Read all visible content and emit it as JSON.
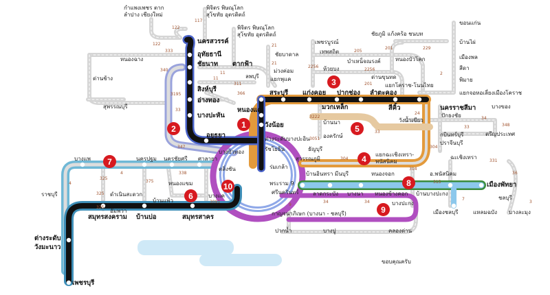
{
  "title": "แผนที่ทางหลวงพิเศษระหว่างเมือง",
  "colors": {
    "black": "#111111",
    "route1_border": "#4a63c9",
    "route2_border": "#9aa3dc",
    "route3_border": "#e39a3c",
    "route5": "#e6c9a0",
    "route6_border": "#3f8fb8",
    "route7": "#6fb8d6",
    "route8": "#8cc8ec",
    "route8_border": "#3c8c3c",
    "ring": "#b04fc0",
    "ring_inner": "#8fa8e8",
    "road_grey": "#d5d5d5",
    "badge": "#d7191f"
  },
  "badges": [
    "1",
    "2",
    "3",
    "4",
    "5",
    "6",
    "7",
    "8",
    "9",
    "10"
  ],
  "stations": [
    "นครสวรรค์",
    "อุทัยธานี",
    "ชัยนาท",
    "ตากฟ้า",
    "สิงห์บุรี",
    "อ่างทอง",
    "บางปะหัน",
    "อยุธยา",
    "หนองแค",
    "วังน้อย",
    "ลพบุรี",
    "แยกพุแค",
    "สระบุรี",
    "หนองฉาง",
    "ด่านช้าง",
    "สุพรรณบุรี",
    "กำแพงเพชร ตาก",
    "ลำปาง เชียงใหม่",
    "พิจิตร พิษณุโลก",
    "สุโขทัย อุตรดิตถ์",
    "พิจิตร พิษณุโลก",
    "สุโขทัย อุตรดิตถ์",
    "ต่างระดับบางปะอิน",
    "ชัยบาดาล",
    "ม่วงค่อม",
    "ขอนแก่น",
    "บ้านไผ่",
    "เมืองพล",
    "สีดา",
    "พิมาย",
    "แยกจอหอเลี่ยงเมืองโคราช",
    "เพชรบูรณ์",
    "ชัยภูมิ แก้งคร้อ ชนบท",
    "เทพสถิต",
    "บำเหน็จณรงค์",
    "หนองบัวโคก",
    "ห้วยบง",
    "ด่านขุนทด",
    "แยกโคราช-โนนไทย",
    "แก่งคอย",
    "ปากช่อง",
    "ลำตะคอง",
    "มวกเหล็ก",
    "สีคิ้ว",
    "นครราชสีมา",
    "ปักธงชัย",
    "วังน้ำเขียว",
    "กบินทร์บุรี",
    "ปราจีนบุรี",
    "บ้านนา",
    "องครักษ์",
    "บางของ",
    "ตรีญประเทศ",
    "บางแพ",
    "นครปฐม",
    "นครชัยศรี",
    "ศาลายา",
    "ราชบุรี",
    "ดำเนินสะดวก",
    "อัมพวา",
    "บ้านแพ้ว",
    "หนองแขม",
    "บางแค",
    "สมุทรสงคราม",
    "บ้านบ่อ",
    "สมุทรสาคร",
    "ต่างระดับ",
    "วังมะนาว",
    "เพชรบุรี",
    "ตลิ่งชัน",
    "บางบัวทอง",
    "ฉะเชิงเทรา",
    "แยกฉะเชิงเทรา-",
    "พนัสนิคม",
    "อ.พนัสนิคม",
    "บ้านอินทรา มีนบุรี",
    "หนองจอก",
    "ลาดกระบัง",
    "บางปะกง",
    "บ้านบางปะกง",
    "หนองข้างคอก",
    "เมืองพัทยา",
    "เมืองชลบุรี",
    "แหลมฉบัง",
    "บางละมุง",
    "ชลบุรี",
    "ปากน้ำ",
    "บางปู",
    "คลองด่าน",
    "บางนา",
    "ศรีนครินทร์",
    "พระราม 9",
    "ร่มเกล้า",
    "สุวรรณภูมิ",
    "ธัญบุรี",
    "รัชโยธิน",
    "กาญจนาภิเษก (บางนา - ชลบุรี)",
    "ขอบคุณครับ"
  ],
  "roads": [
    "117",
    "122",
    "122",
    "333",
    "340",
    "11",
    "11",
    "311",
    "3195",
    "33",
    "347",
    "366",
    "21",
    "21",
    "2256",
    "2256",
    "205",
    "201",
    "201",
    "229",
    "2",
    "24",
    "304",
    "304",
    "33",
    "3222",
    "3051",
    "34",
    "348",
    "33",
    "325",
    "325",
    "325",
    "375",
    "338",
    "3091",
    "4",
    "4",
    "331",
    "314",
    "315",
    "36",
    "3",
    "34",
    "34",
    "7",
    "9"
  ]
}
